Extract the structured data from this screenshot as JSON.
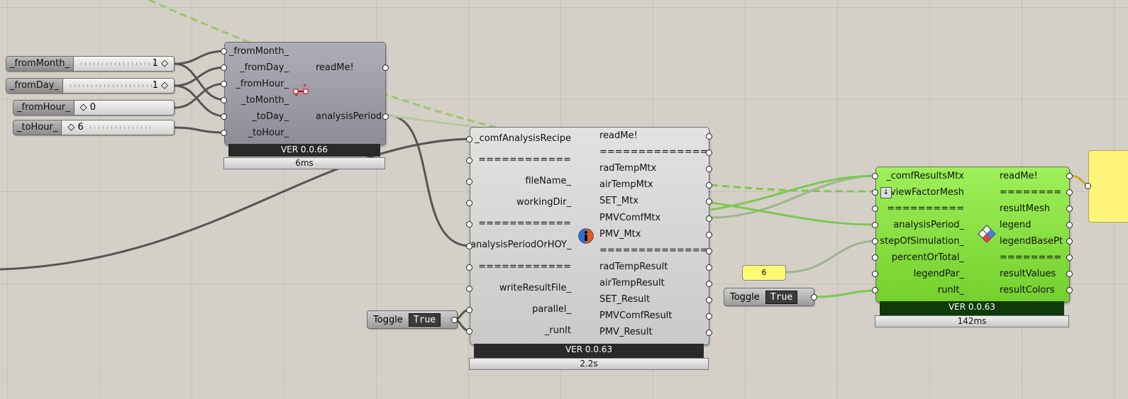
{
  "sliders": [
    {
      "name": "_fromMonth_",
      "value": "1 ◇"
    },
    {
      "name": "_fromDay_",
      "value": "1 ◇"
    },
    {
      "name": "_fromHour_",
      "value": "◇ 0"
    },
    {
      "name": "_toHour_",
      "value": "◇ 6"
    }
  ],
  "period": {
    "inputs": [
      "_fromMonth_",
      "_fromDay_",
      "_fromHour_",
      "_toMonth_",
      "_toDay_",
      "_toHour_"
    ],
    "outputs": [
      "readMe!",
      "analysisPeriod"
    ],
    "version": "VER 0.0.66",
    "time": "6ms"
  },
  "recipe": {
    "inputs": [
      "_comfAnalysisRecipe",
      "============",
      "fileName_",
      "workingDir_",
      "============",
      "analysisPeriodOrHOY_",
      "============",
      "writeResultFile_",
      "parallel_",
      "_runIt"
    ],
    "outputs": [
      "readMe!",
      "==============",
      "radTempMtx",
      "airTempMtx",
      "SET_Mtx",
      "PMVComfMtx",
      "PMV_Mtx",
      "==============",
      "radTempResult",
      "airTempResult",
      "SET_Result",
      "PMVComfResult",
      "PMV_Result"
    ],
    "version": "VER 0.0.63",
    "time": "2.2s"
  },
  "results": {
    "inputs": [
      "_comfResultsMtx",
      "_viewFactorMesh",
      "==========",
      "analysisPeriod_",
      "stepOfSimulation_",
      "percentOrTotal_",
      "legendPar_",
      "runIt_"
    ],
    "outputs": [
      "readMe!",
      "========",
      "resultMesh",
      "legend",
      "legendBasePt",
      "========",
      "resultValues",
      "resultColors"
    ],
    "version": "VER 0.0.63",
    "time": "142ms"
  },
  "toggles": [
    {
      "label": "Toggle",
      "value": "True"
    },
    {
      "label": "Toggle",
      "value": "True"
    }
  ],
  "panel": {
    "value": "6"
  },
  "colors": {
    "green": "#7cd734",
    "dark_node": "#9a9aa6",
    "wire_dark": "#4a4a4a",
    "wire_green": "#8fcf5a"
  }
}
